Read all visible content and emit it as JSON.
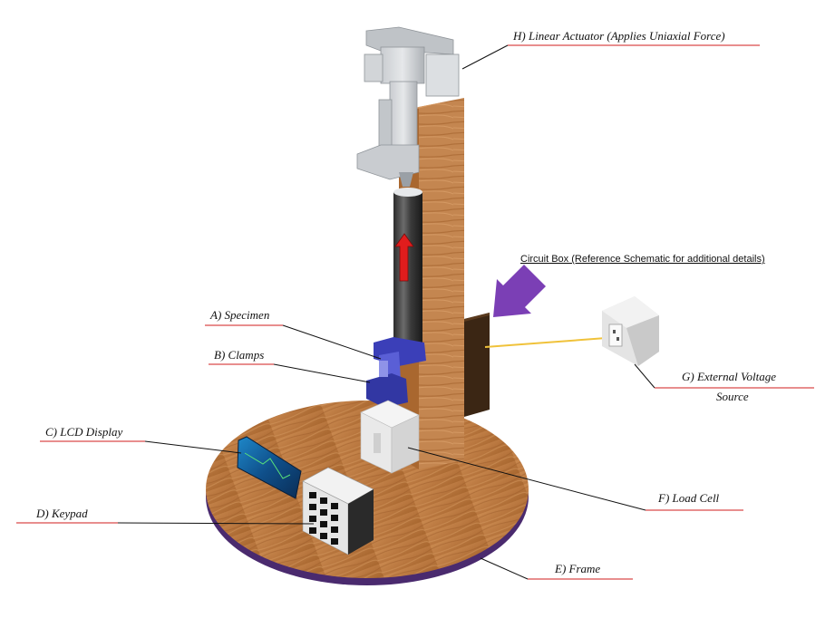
{
  "labels": {
    "actuator": "H) Linear Actuator (Applies Uniaxial Force)",
    "circuit_box": "Circuit Box (Reference Schematic for additional details)",
    "specimen": "A) Specimen",
    "clamps": "B) Clamps",
    "lcd": "C) LCD Display",
    "keypad": "D) Keypad",
    "frame": "E) Frame",
    "load_cell": "F) Load Cell",
    "voltage_line1": "G) External Voltage",
    "voltage_line2": "Source"
  },
  "colors": {
    "label_underline": "#d01c1c",
    "arrow_purple": "#7b3fb5",
    "arrow_red": "#e11d1d",
    "wire": "#f0c23a",
    "clamp_blue": "#3b3fb8"
  }
}
